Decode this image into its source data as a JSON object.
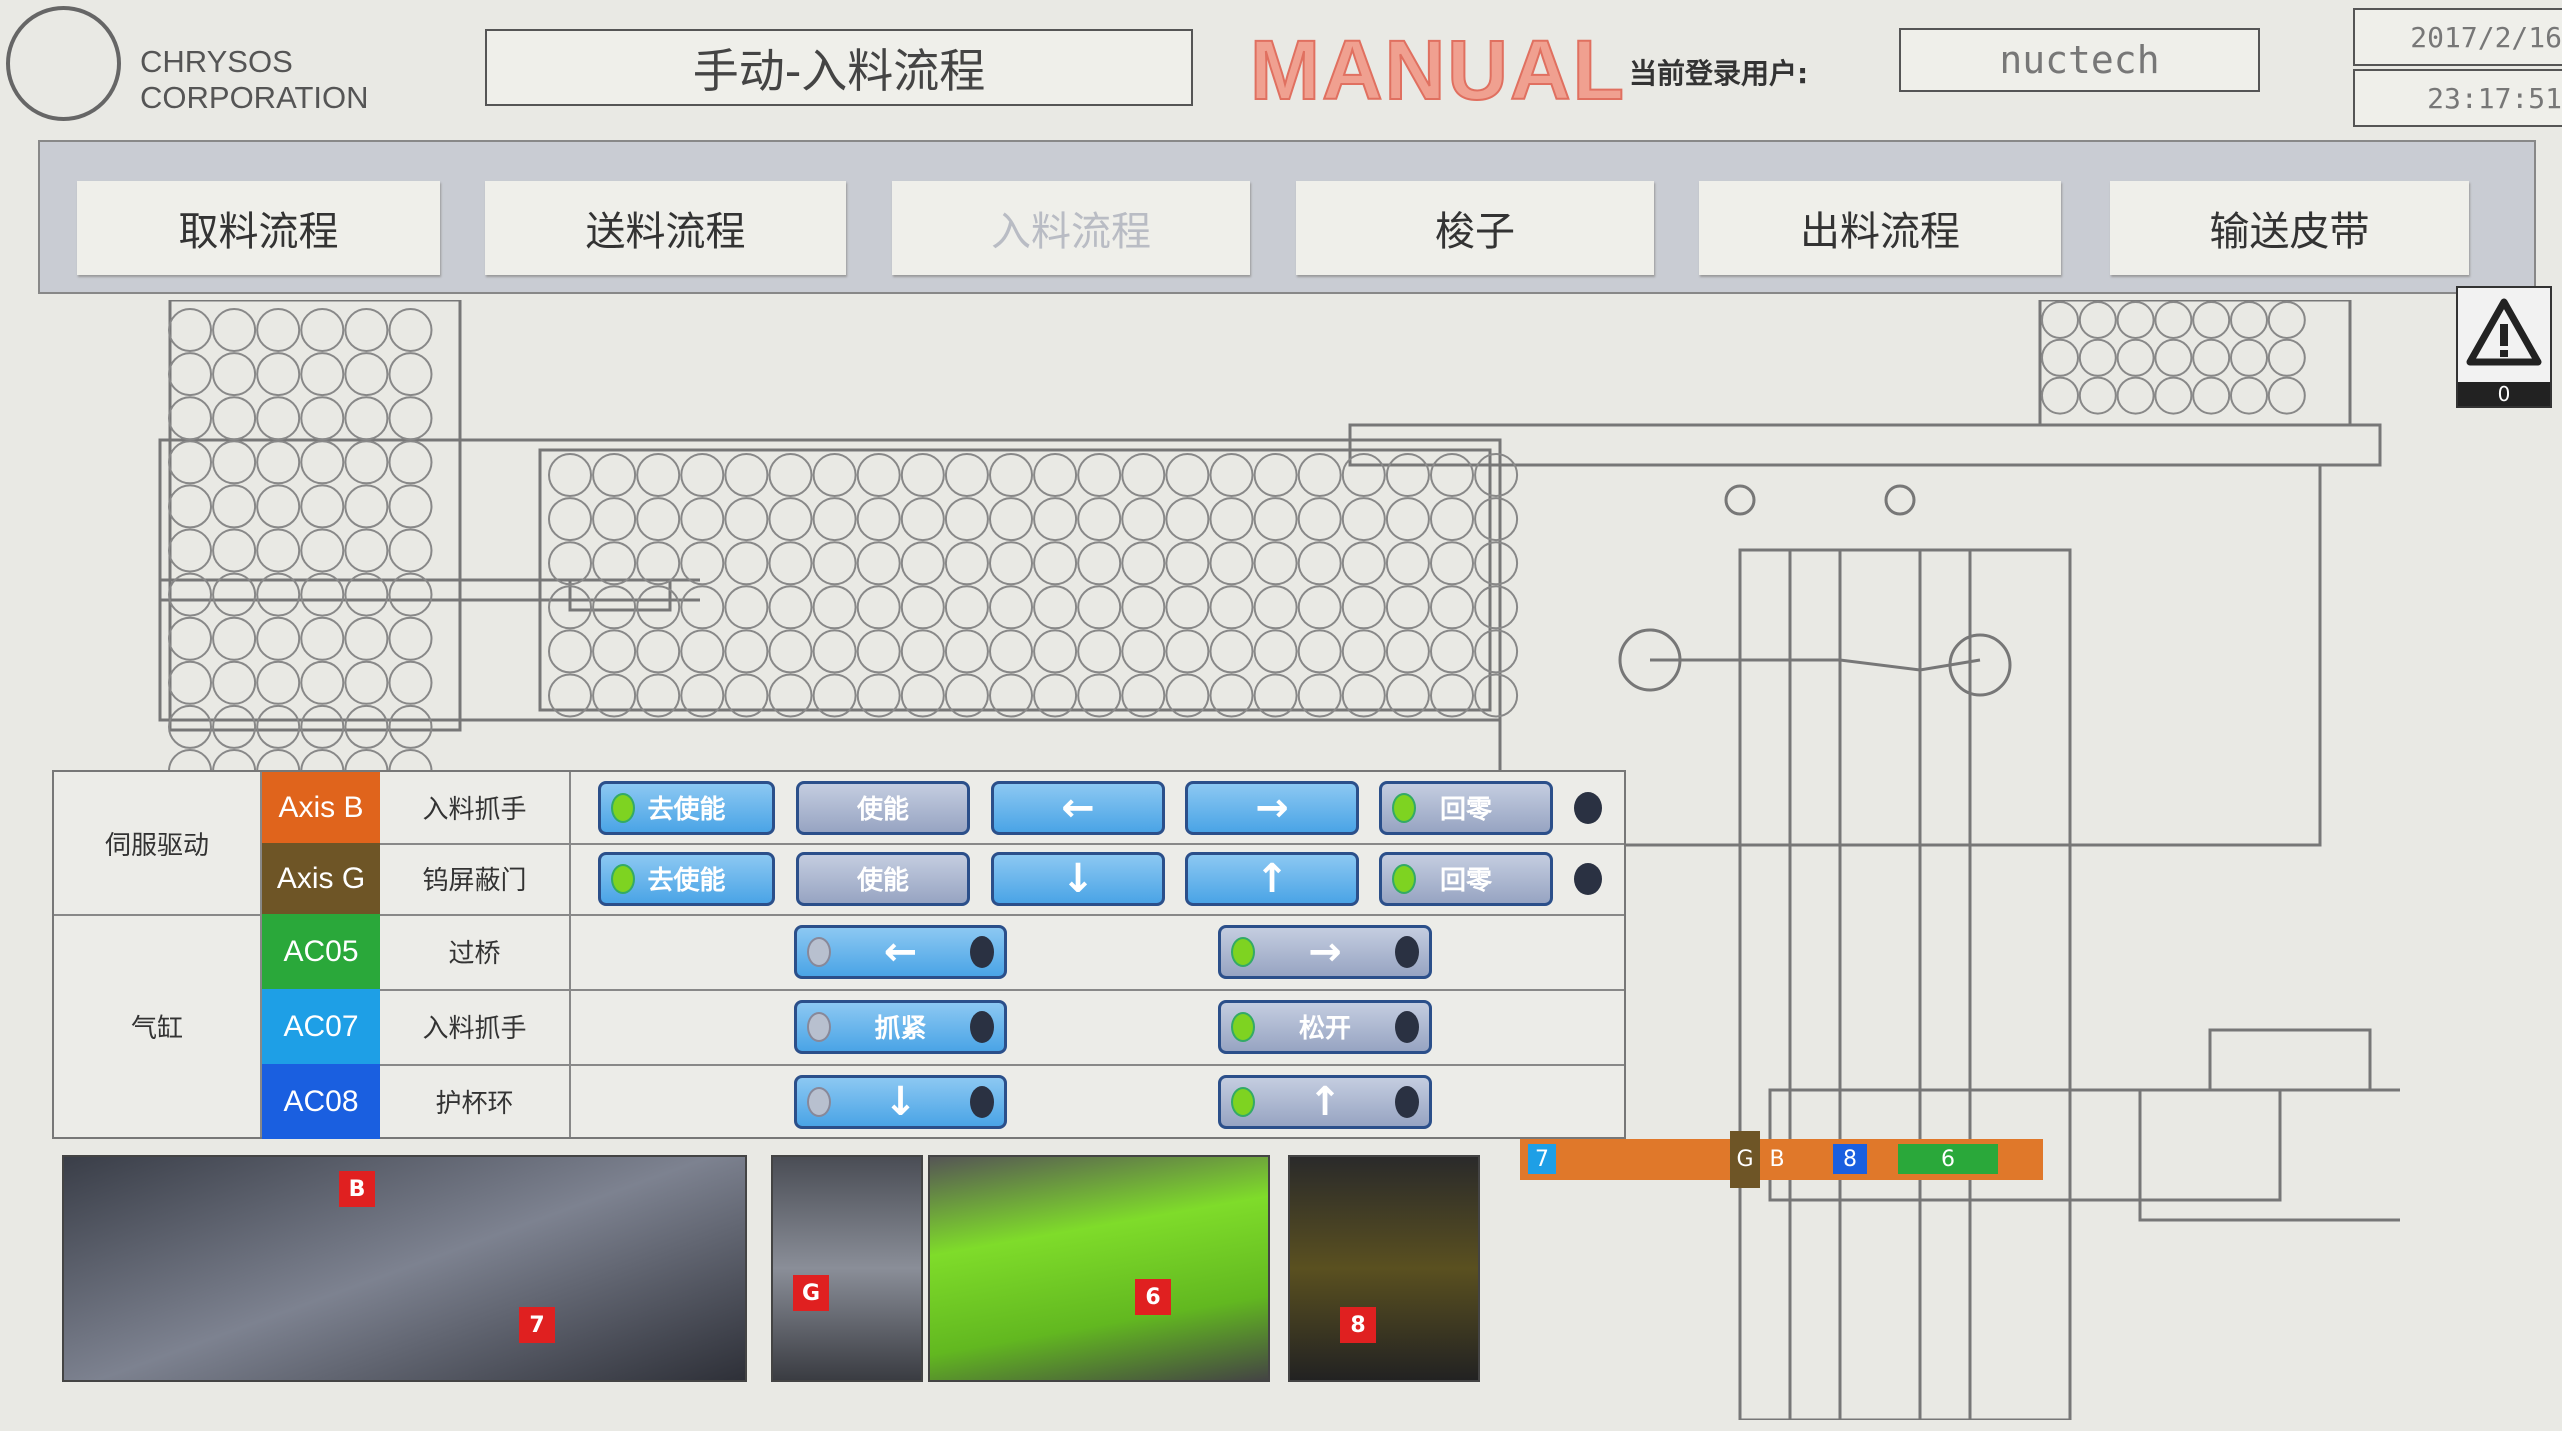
{
  "header": {
    "logo_line1": "CHRYSOS",
    "logo_line2": "CORPORATION",
    "title": "手动-入料流程",
    "mode": "MANUAL",
    "user_label": "当前登录用户:",
    "user": "nuctech",
    "date": "2017/2/16",
    "time": "23:17:51"
  },
  "tabs": [
    {
      "label": "取料流程"
    },
    {
      "label": "送料流程"
    },
    {
      "label": "入料流程",
      "active": true
    },
    {
      "label": "梭子"
    },
    {
      "label": "出料流程"
    },
    {
      "label": "输送皮带"
    }
  ],
  "alarm": {
    "icon": "warning-icon",
    "count": "0"
  },
  "table": {
    "groups": [
      "伺服驱动",
      "气缸"
    ],
    "rows": [
      {
        "code": "Axis B",
        "color": "#e0641c",
        "name": "入料抓手",
        "buttons": [
          "去使能",
          "使能",
          "←",
          "→",
          "回零"
        ]
      },
      {
        "code": "Axis G",
        "color": "#6e5526",
        "name": "钨屏蔽门",
        "buttons": [
          "去使能",
          "使能",
          "↓",
          "↑",
          "回零"
        ]
      },
      {
        "code": "AC05",
        "color": "#2aa83a",
        "name": "过桥",
        "left": "←",
        "right": "→"
      },
      {
        "code": "AC07",
        "color": "#1e9fe6",
        "name": "入料抓手",
        "left": "抓紧",
        "right": "松开"
      },
      {
        "code": "AC08",
        "color": "#1a5fe0",
        "name": "护杯环",
        "left": "↓",
        "right": "↑"
      }
    ]
  },
  "photos": {
    "tags": [
      "B",
      "7",
      "G",
      "6",
      "8"
    ]
  },
  "strip": {
    "labels": [
      "7",
      "G",
      "B",
      "8",
      "6"
    ]
  },
  "colors": {
    "accent_blue": "#4aa4e6",
    "led_green": "#7ed321",
    "manual_red": "#e07060"
  }
}
